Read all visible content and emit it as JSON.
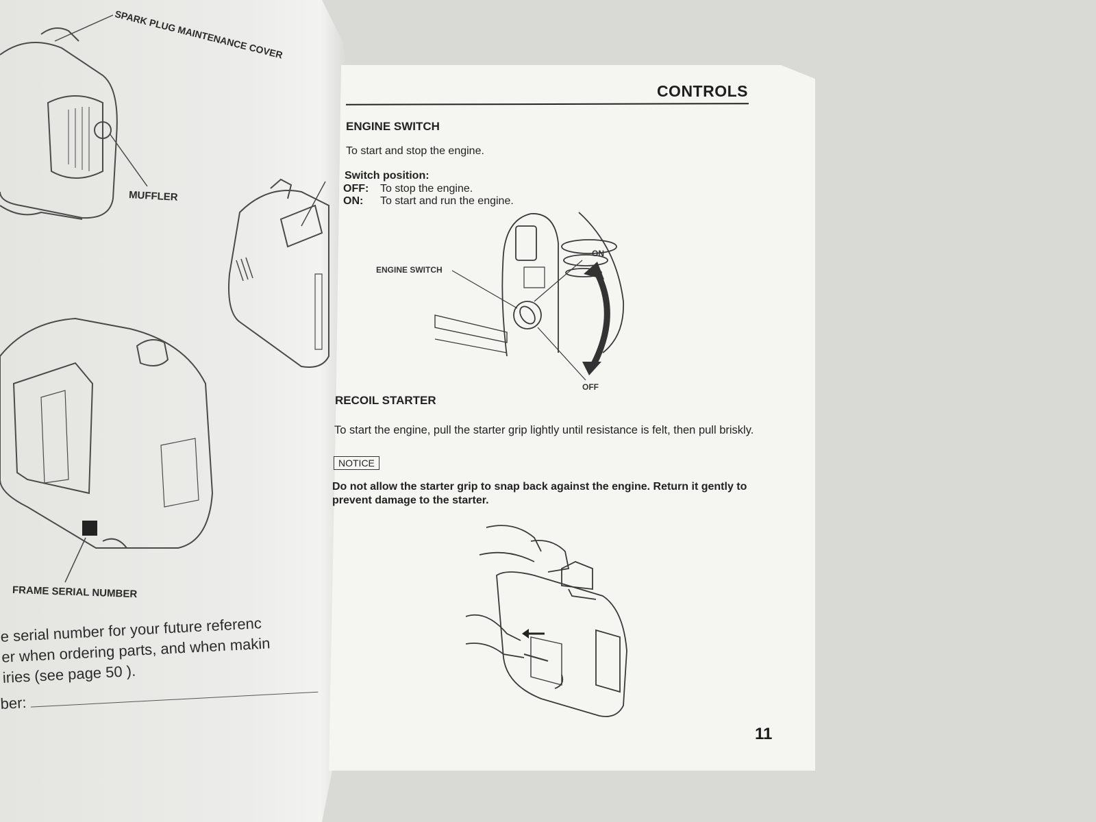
{
  "left_page": {
    "labels": {
      "spark_plug_cover": "SPARK PLUG MAINTENANCE COVER",
      "muffler": "MUFFLER",
      "frame_serial_number": "FRAME SERIAL NUMBER"
    },
    "serial_text": [
      "e serial number for your future referenc",
      "er when ordering parts, and when makin",
      "iries (see page 50 )."
    ],
    "number_label": "ber:"
  },
  "right_page": {
    "section_title": "CONTROLS",
    "engine_switch": {
      "title": "ENGINE SWITCH",
      "description": "To start and stop the engine.",
      "switch_position_label": "Switch position:",
      "positions": [
        {
          "key": "OFF:",
          "text": "To stop the engine."
        },
        {
          "key": "ON:",
          "text": "To start and run the engine."
        }
      ],
      "diagram_labels": {
        "engine_switch": "ENGINE SWITCH",
        "on": "ON",
        "off": "OFF"
      }
    },
    "recoil_starter": {
      "title": "RECOIL STARTER",
      "description": "To start the engine, pull the starter grip lightly until resistance is felt, then pull briskly.",
      "notice_label": "NOTICE",
      "notice_text": "Do not allow the starter grip to snap back against the engine. Return it gently to prevent damage to the starter."
    },
    "page_number": "11"
  },
  "colors": {
    "paper": "#f5f5f2",
    "ink": "#1a1a1a",
    "background": "#d9d9d6"
  }
}
